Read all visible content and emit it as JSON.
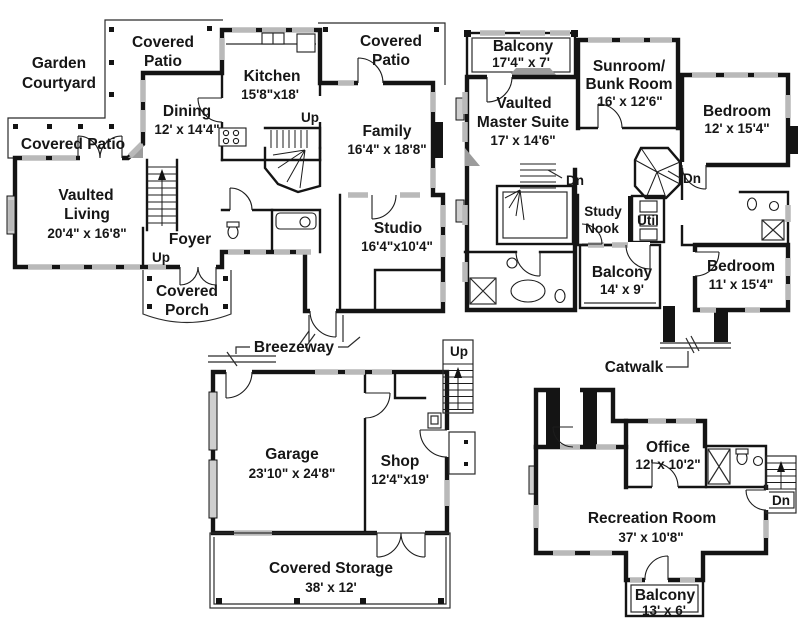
{
  "plan": {
    "first_floor": {
      "garden_courtyard": {
        "line1": "Garden",
        "line2": "Courtyard"
      },
      "covered_patio_top": {
        "line1": "Covered",
        "line2": "Patio"
      },
      "covered_patio_left": {
        "label": "Covered Patio"
      },
      "covered_patio_right": {
        "line1": "Covered",
        "line2": "Patio"
      },
      "kitchen": {
        "name": "Kitchen",
        "dims": "15'8\"x18'"
      },
      "dining": {
        "name": "Dining",
        "dims": "12' x 14'4\""
      },
      "family": {
        "name": "Family",
        "dims": "16'4\" x 18'8\""
      },
      "living": {
        "line1": "Vaulted",
        "line2": "Living",
        "dims": "20'4\" x 16'8\""
      },
      "foyer": {
        "name": "Foyer"
      },
      "covered_porch": {
        "line1": "Covered",
        "line2": "Porch"
      },
      "studio": {
        "name": "Studio",
        "dims": "16'4\"x10'4\""
      },
      "up_kitchen": "Up",
      "up_foyer": "Up"
    },
    "second_floor": {
      "balcony_front": {
        "name": "Balcony",
        "dims": "17'4\" x 7'"
      },
      "master_suite": {
        "line1": "Vaulted",
        "line2": "Master Suite",
        "dims": "17' x 14'6\""
      },
      "sunroom": {
        "line1": "Sunroom/",
        "line2": "Bunk Room",
        "dims": "16' x 12'6\""
      },
      "bedroom_front": {
        "name": "Bedroom",
        "dims": "12' x 15'4\""
      },
      "bedroom_rear": {
        "name": "Bedroom",
        "dims": "11' x 15'4\""
      },
      "study_nook": {
        "line1": "Study",
        "line2": "Nook"
      },
      "util": {
        "name": "Util"
      },
      "balcony_rear": {
        "name": "Balcony",
        "dims": "14' x 9'"
      },
      "dn_left": "Dn",
      "dn_right": "Dn"
    },
    "garage_floor": {
      "breezeway": {
        "name": "Breezeway"
      },
      "garage": {
        "name": "Garage",
        "dims": "23'10\" x 24'8\""
      },
      "shop": {
        "name": "Shop",
        "dims": "12'4\"x19'"
      },
      "covered_storage": {
        "name": "Covered Storage",
        "dims": "38' x 12'"
      },
      "up": "Up"
    },
    "bonus_floor": {
      "catwalk": {
        "name": "Catwalk"
      },
      "office": {
        "name": "Office",
        "dims": "12' x 10'2\""
      },
      "recreation_room": {
        "name": "Recreation Room",
        "dims": "37' x 10'8\""
      },
      "balcony": {
        "name": "Balcony",
        "dims": "13' x 6'"
      },
      "dn": "Dn"
    }
  }
}
